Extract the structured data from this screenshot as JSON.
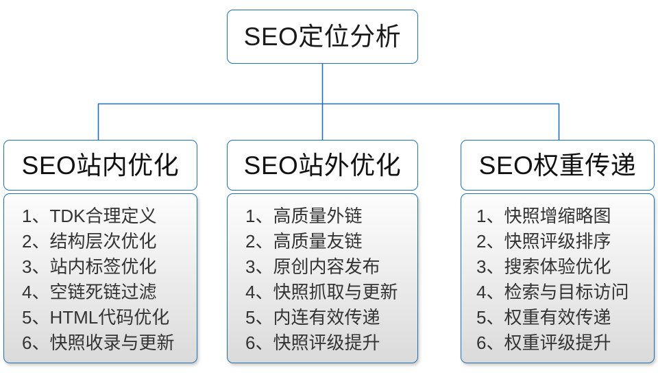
{
  "diagram": {
    "type": "org-chart",
    "accent_color": "#1f6fb2",
    "text_color": "#333333",
    "background_color": "#ffffff",
    "root": {
      "title": "SEO定位分析"
    },
    "branches": [
      {
        "title": "SEO站内优化",
        "items": [
          "1、TDK合理定义",
          "2、结构层次优化",
          "3、站内标签优化",
          "4、空链死链过滤",
          "5、HTML代码优化",
          "6、快照收录与更新"
        ]
      },
      {
        "title": "SEO站外优化",
        "items": [
          "1、高质量外链",
          "2、高质量友链",
          "3、原创内容发布",
          "4、快照抓取与更新",
          "5、内连有效传递",
          "6、快照评级提升"
        ]
      },
      {
        "title": "SEO权重传递",
        "items": [
          "1、快照增缩略图",
          "2、快照评级排序",
          "3、搜索体验优化",
          "4、检索与目标访问",
          "5、权重有效传递",
          "6、权重评级提升"
        ]
      }
    ]
  }
}
